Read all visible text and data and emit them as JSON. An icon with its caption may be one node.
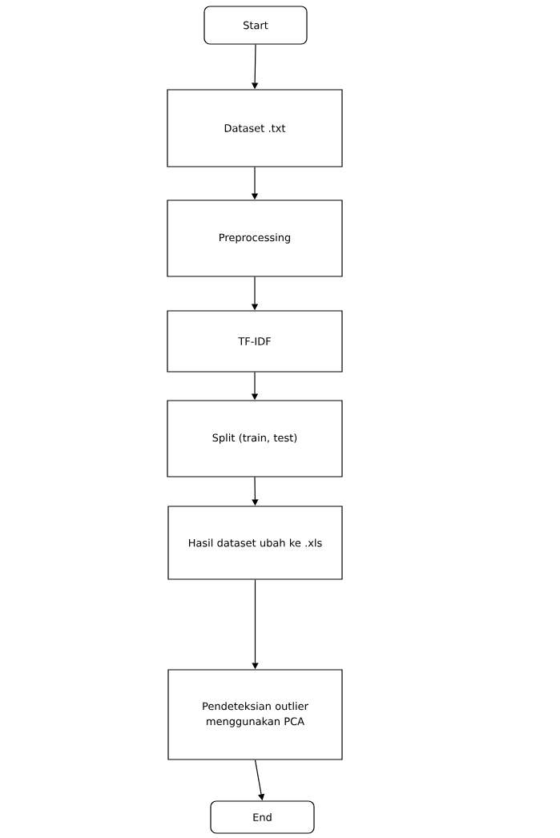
{
  "diagram": {
    "nodes": [
      {
        "text": [
          "Start"
        ]
      },
      {
        "text": [
          "Dataset .txt"
        ]
      },
      {
        "text": [
          "Preprocessing"
        ]
      },
      {
        "text": [
          "TF-IDF"
        ]
      },
      {
        "text": [
          "Split (train, test)"
        ]
      },
      {
        "text": [
          "Hasil dataset ubah ke .xls"
        ]
      },
      {
        "text": [
          "Pendeteksian outlier menggunakan PCA"
        ]
      },
      {
        "text": [
          "End"
        ]
      }
    ],
    "edges": [
      {
        "from": 0,
        "to": 1,
        "arrow": "to"
      },
      {
        "from": 1,
        "to": 2,
        "arrow": "to"
      },
      {
        "from": 2,
        "to": 3,
        "arrow": "to"
      },
      {
        "from": 3,
        "to": 4,
        "arrow": "to"
      },
      {
        "from": 4,
        "to": 5,
        "arrow": "to"
      },
      {
        "from": 5,
        "to": 6,
        "arrow": "to"
      },
      {
        "from": 6,
        "to": 7,
        "arrow": "to"
      }
    ]
  }
}
